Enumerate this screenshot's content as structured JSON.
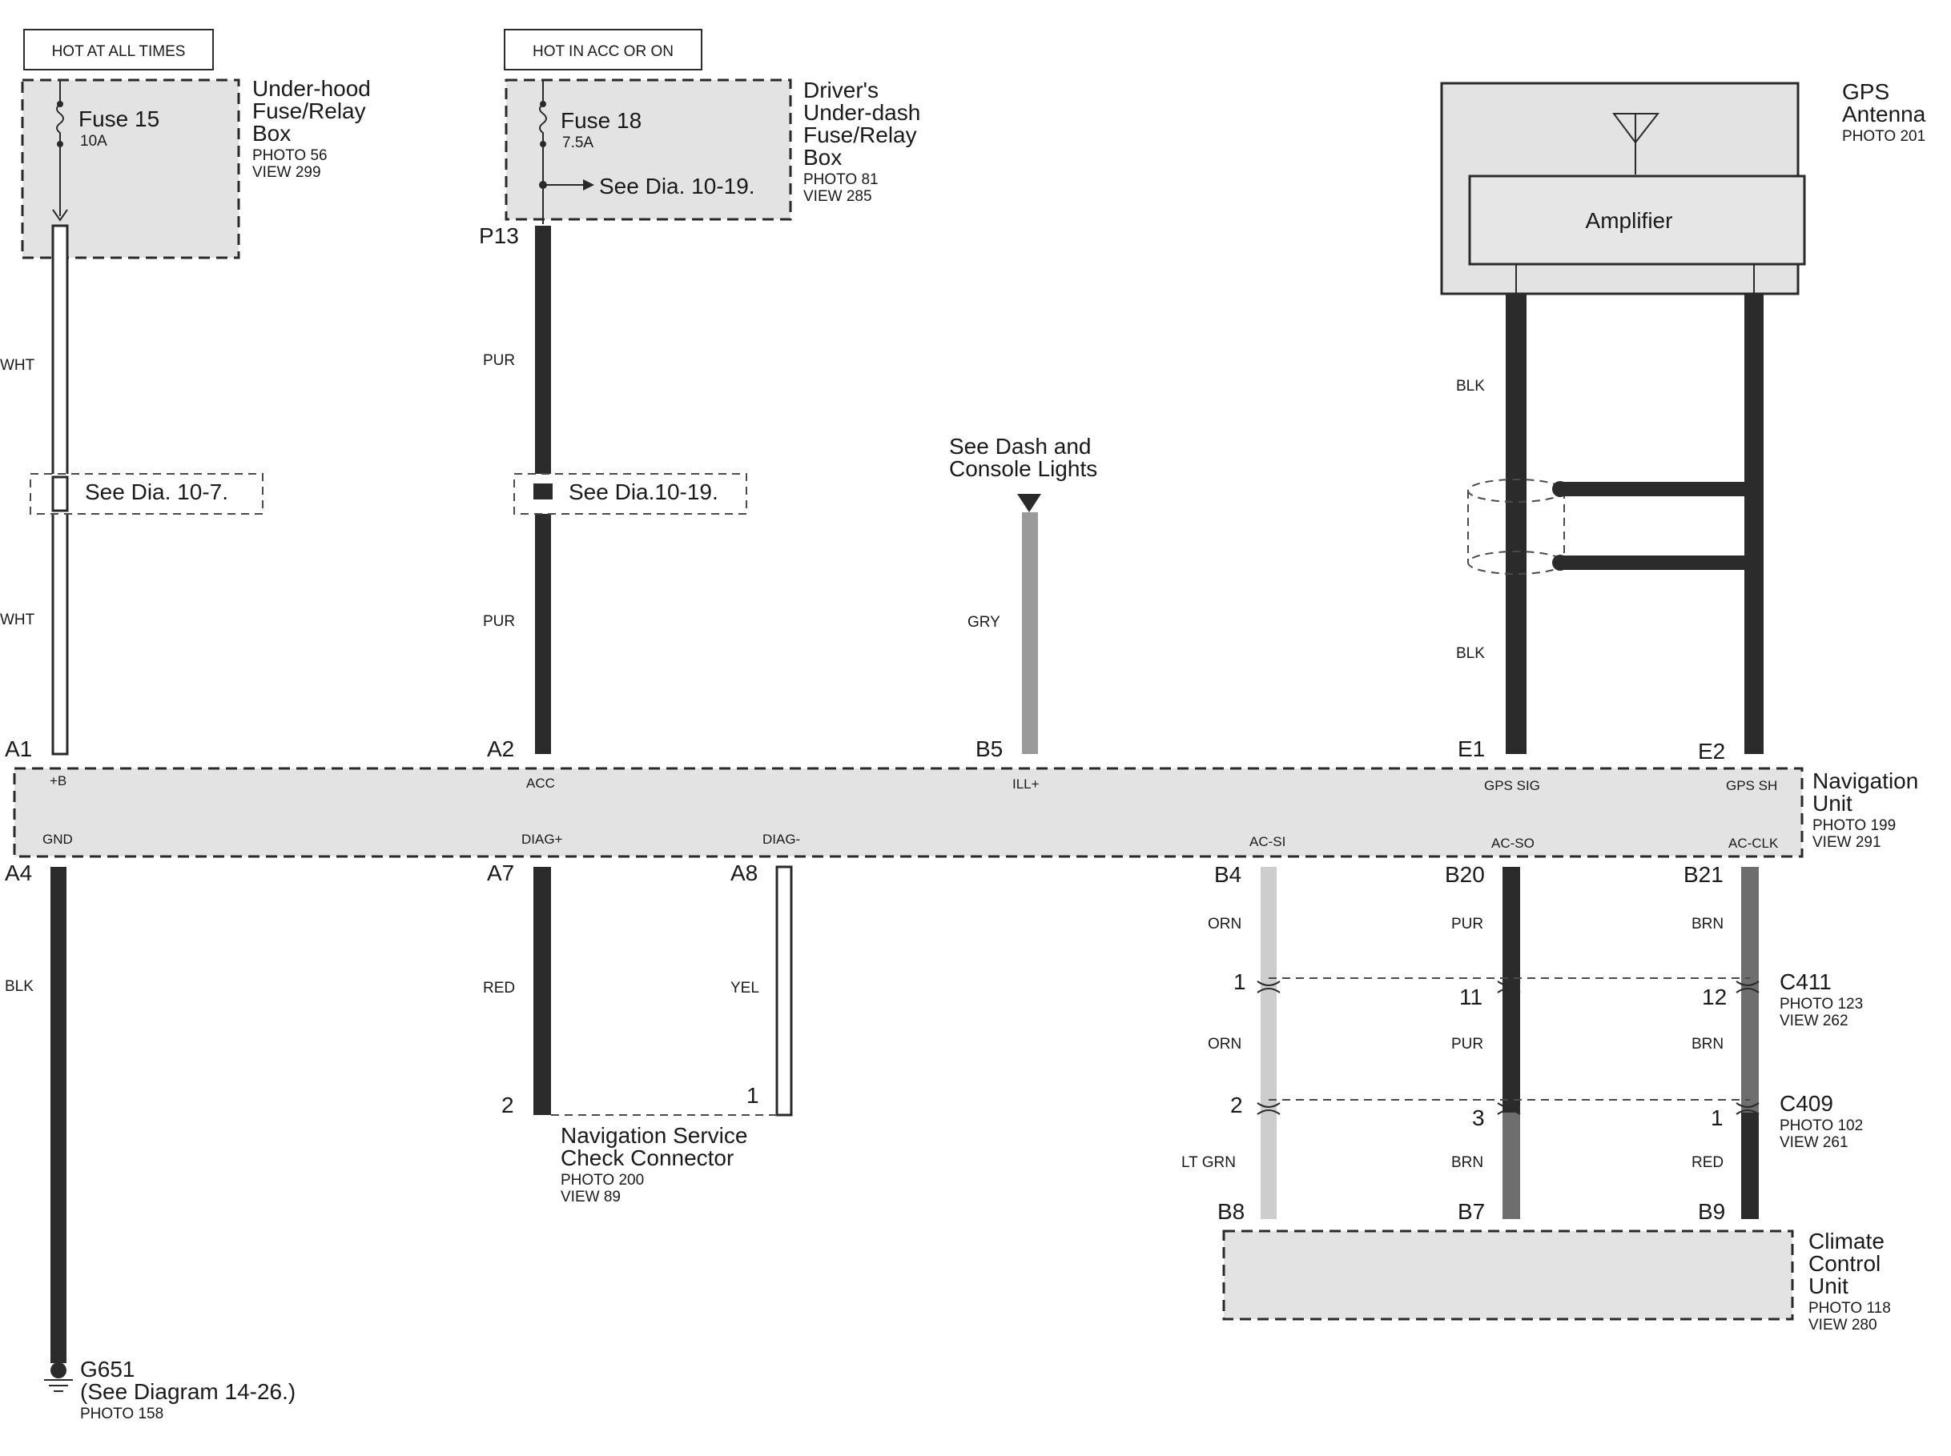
{
  "tags": {
    "hot_at_all_times": "HOT AT ALL TIMES",
    "hot_in_acc_or_on": "HOT IN ACC OR ON"
  },
  "underhood_box": {
    "fuse": "Fuse 15",
    "rating": "10A",
    "name": [
      "Under-hood",
      "Fuse/Relay",
      "Box"
    ],
    "photo": "PHOTO 56",
    "view": "VIEW 299"
  },
  "underdash_box": {
    "fuse": "Fuse 18",
    "rating": "7.5A",
    "see": "See Dia. 10-19.",
    "name": [
      "Driver's",
      "Under-dash",
      "Fuse/Relay",
      "Box"
    ],
    "photo": "PHOTO 81",
    "view": "VIEW 285"
  },
  "gps_antenna": {
    "name": [
      "GPS",
      "Antenna"
    ],
    "photo": "PHOTO 201",
    "amplifier": "Amplifier"
  },
  "references": {
    "see_dia_10_7": "See Dia. 10-7.",
    "see_dia_10_19": "See Dia.10-19.",
    "see_dash_lights": [
      "See Dash and",
      "Console Lights"
    ]
  },
  "navigation_unit": {
    "name": [
      "Navigation",
      "Unit"
    ],
    "photo": "PHOTO 199",
    "view": "VIEW 291",
    "top_pins": [
      {
        "id": "A1",
        "signal": "+B"
      },
      {
        "id": "A2",
        "signal": "ACC"
      },
      {
        "id": "B5",
        "signal": "ILL+"
      },
      {
        "id": "E1",
        "signal": "GPS SIG"
      },
      {
        "id": "E2",
        "signal": "GPS SH"
      }
    ],
    "bottom_pins": [
      {
        "id": "A4",
        "signal": "GND"
      },
      {
        "id": "A7",
        "signal": "DIAG+"
      },
      {
        "id": "A8",
        "signal": "DIAG-"
      },
      {
        "id": "B4",
        "signal": "AC-SI"
      },
      {
        "id": "B20",
        "signal": "AC-SO"
      },
      {
        "id": "B21",
        "signal": "AC-CLK"
      }
    ]
  },
  "p13_label": "P13",
  "wire_colors": {
    "wht_upper": "WHT",
    "wht_lower": "WHT",
    "pur_upper": "PUR",
    "pur_lower": "PUR",
    "gry": "GRY",
    "blk_upper": "BLK",
    "blk_lower": "BLK",
    "gnd_blk": "BLK",
    "diag_red": "RED",
    "diag_yel": "YEL",
    "b4_a": "ORN",
    "b4_b": "ORN",
    "b4_c": "LT GRN",
    "b20_a": "PUR",
    "b20_b": "PUR",
    "b20_c": "BRN",
    "b21_a": "BRN",
    "b21_b": "BRN",
    "b21_c": "RED"
  },
  "check_connector": {
    "name": [
      "Navigation Service",
      "Check Connector"
    ],
    "photo": "PHOTO 200",
    "view": "VIEW 89",
    "pin_a": "2",
    "pin_b": "1"
  },
  "c411": {
    "name": "C411",
    "photo": "PHOTO 123",
    "view": "VIEW 262",
    "pins": [
      "1",
      "11",
      "12"
    ]
  },
  "c409": {
    "name": "C409",
    "photo": "PHOTO 102",
    "view": "VIEW 261",
    "pins": [
      "2",
      "3",
      "1"
    ]
  },
  "climate_unit": {
    "name": [
      "Climate",
      "Control",
      "Unit"
    ],
    "photo": "PHOTO 118",
    "view": "VIEW 280",
    "pins": [
      "B8",
      "B7",
      "B9"
    ]
  },
  "ground": {
    "name": "G651",
    "see": "(See Diagram 14-26.)",
    "photo": "PHOTO 158"
  },
  "colors": {
    "box_fill": "#e3e3e3",
    "wire_black": "#2b2b2b",
    "wire_gray": "#9a9a9a",
    "wire_orange": "#cdcdcd",
    "wire_brown": "#6e6e6e"
  }
}
